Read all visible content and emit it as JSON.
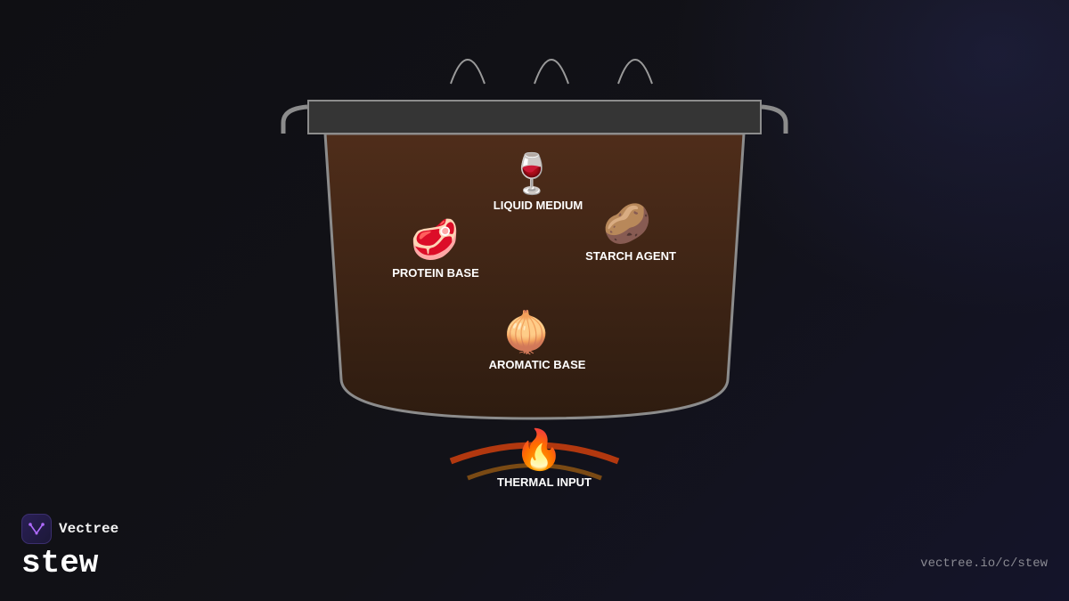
{
  "brand": {
    "name": "Vectree",
    "logo_icon": "vectree-logo-icon",
    "accent": "#b06bff"
  },
  "title": "stew",
  "url": "vectree.io/c/stew",
  "colors": {
    "pot_lid": "#353535",
    "pot_outline": "#8c8c8c",
    "broth_top": "#4f2d1a",
    "broth_bottom": "#2e1c10",
    "flame_outer": "#b2380f",
    "flame_inner": "#7a4a14",
    "steam": "#9a9a9a"
  },
  "ingredients": [
    {
      "id": "liquid",
      "icon": "wine-glass-icon",
      "emoji": "🍷",
      "label": "LIQUID MEDIUM"
    },
    {
      "id": "starch",
      "icon": "potato-icon",
      "emoji": "🥔",
      "label": "STARCH AGENT"
    },
    {
      "id": "protein",
      "icon": "meat-icon",
      "emoji": "🥩",
      "label": "PROTEIN BASE"
    },
    {
      "id": "aromatic",
      "icon": "onion-icon",
      "emoji": "🧅",
      "label": "AROMATIC BASE"
    }
  ],
  "heat": {
    "icon": "fire-icon",
    "emoji": "🔥",
    "label": "THERMAL INPUT"
  }
}
